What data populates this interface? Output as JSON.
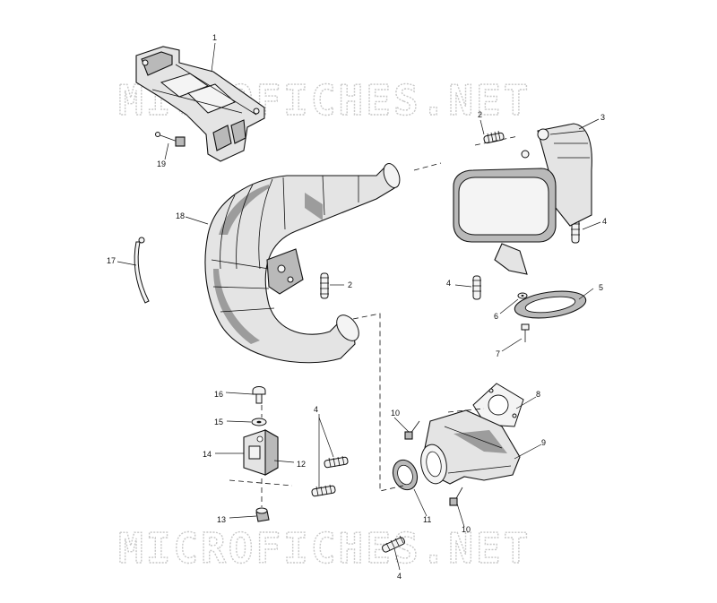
{
  "watermark": {
    "text": "MICROFICHES.NET"
  },
  "callouts": {
    "c1": "1",
    "c2a": "2",
    "c2b": "2",
    "c3": "3",
    "c4a": "4",
    "c4b": "4",
    "c4c": "4",
    "c4d": "4",
    "c5": "5",
    "c6": "6",
    "c7": "7",
    "c8": "8",
    "c9": "9",
    "c10a": "10",
    "c10b": "10",
    "c11": "11",
    "c12": "12",
    "c13": "13",
    "c14": "14",
    "c15": "15",
    "c16": "16",
    "c17": "17",
    "c18": "18",
    "c19": "19"
  },
  "colors": {
    "line": "#111111",
    "fill": "#e4e4e4",
    "shade": "#9c9c9c",
    "watermark": "#c8c8c8"
  }
}
